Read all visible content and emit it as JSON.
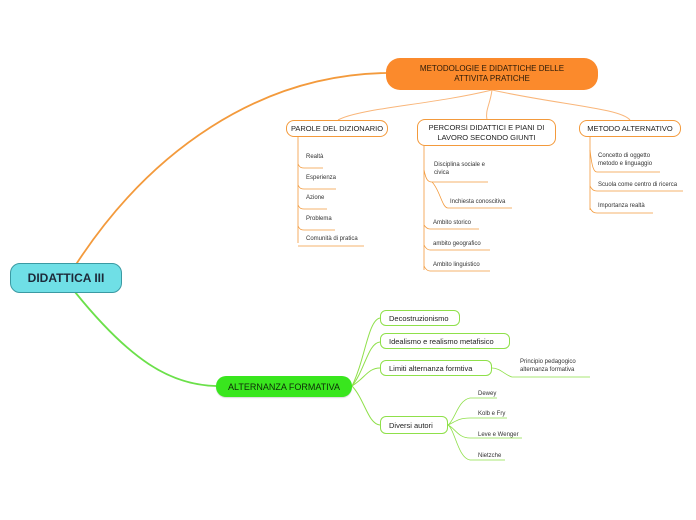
{
  "root": "DIDATTICA III",
  "branch_orange": {
    "title": "METODOLOGIE E DIDATTICHE DELLE ATTIVITA PRATICHE",
    "children": [
      {
        "label": "PAROLE DEL DIZIONARIO",
        "items": [
          "Realtà",
          "Esperienza",
          "Azione",
          "Problema",
          "Comunità di pratica"
        ]
      },
      {
        "label": "PERCORSI DIDATTICI E PIANI DI LAVORO SECONDO GIUNTI",
        "items": [
          "Disciplina sociale e civica",
          "Inchiesta conoscitiva",
          "Ambito storico",
          "ambito geografico",
          "Ambito linguistico"
        ]
      },
      {
        "label": "METODO ALTERNATIVO",
        "items": [
          "Concetto di oggetto metodo e linguaggio",
          "Scuola come centro di ricerca",
          "Importanza realtà"
        ]
      }
    ]
  },
  "branch_green": {
    "title": "ALTERNANZA FORMATIVA",
    "children": [
      {
        "label": "Decostruzionismo"
      },
      {
        "label": "Idealismo e realismo metafisico"
      },
      {
        "label": "Limiti alternanza formtiva",
        "items": [
          "Principio pedagogico alternanza formativa"
        ]
      },
      {
        "label": "Diversi autori",
        "items": [
          "Dewey",
          "Kolb e Fry",
          "Leve e Wenger",
          "Nietzche"
        ]
      }
    ]
  },
  "colors": {
    "root": "#6fdfe6",
    "orange": "#fb8a2c",
    "green": "#39e61e"
  }
}
